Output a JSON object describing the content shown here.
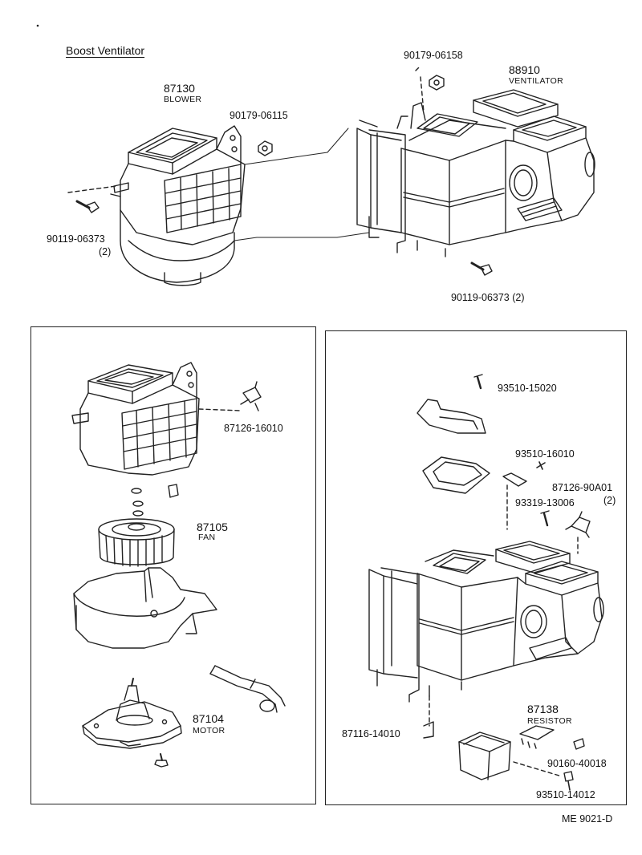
{
  "title": "Boost Ventilator",
  "footer_code": "ME  9021-D",
  "parts": {
    "p87130": {
      "number": "87130",
      "name": "BLOWER"
    },
    "p88910": {
      "number": "88910",
      "name": "VENTILATOR"
    },
    "p87105": {
      "number": "87105",
      "name": "FAN"
    },
    "p87104": {
      "number": "87104",
      "name": "MOTOR"
    },
    "p87138": {
      "number": "87138",
      "name": "RESISTOR"
    }
  },
  "labels": {
    "nut_top": "90179-06158",
    "nut_blower": "90179-06115",
    "bolt_left": "90119-06373",
    "bolt_left_qty": "(2)",
    "bolt_right": "90119-06373 (2)",
    "clamp_left": "87126-16010",
    "screw_a": "93510-15020",
    "screw_b": "93510-16010",
    "clamp_right": "87126-90A01",
    "clamp_right_qty": "(2)",
    "screw_c": "93319-13006",
    "clip": "87116-14010",
    "screw_d": "90160-40018",
    "screw_e": "93510-14012"
  }
}
